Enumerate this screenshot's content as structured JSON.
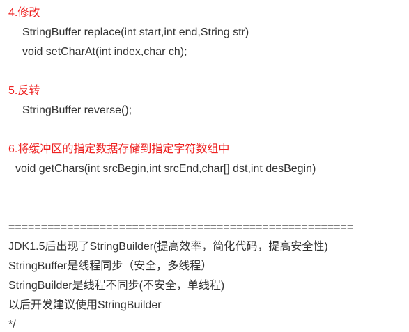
{
  "sections": [
    {
      "heading": "4.修改",
      "lines": [
        "StringBuffer replace(int start,int end,String str)",
        "void setCharAt(int index,char ch);"
      ]
    },
    {
      "heading": "5.反转",
      "lines": [
        "StringBuffer reverse();"
      ]
    },
    {
      "heading": "6.将缓冲区的指定数据存储到指定字符数组中",
      "lines": [
        "void getChars(int srcBegin,int srcEnd,char[] dst,int desBegin)"
      ]
    }
  ],
  "separator": "=====================================================",
  "notes": [
    "JDK1.5后出现了StringBuilder(提高效率，简化代码，提高安全性)",
    "StringBuffer是线程同步（安全，多线程）",
    "StringBuilder是线程不同步(不安全，单线程)",
    "以后开发建议使用StringBuilder",
    "*/"
  ],
  "colors": {
    "heading": "#ee2222",
    "text": "#333333"
  }
}
